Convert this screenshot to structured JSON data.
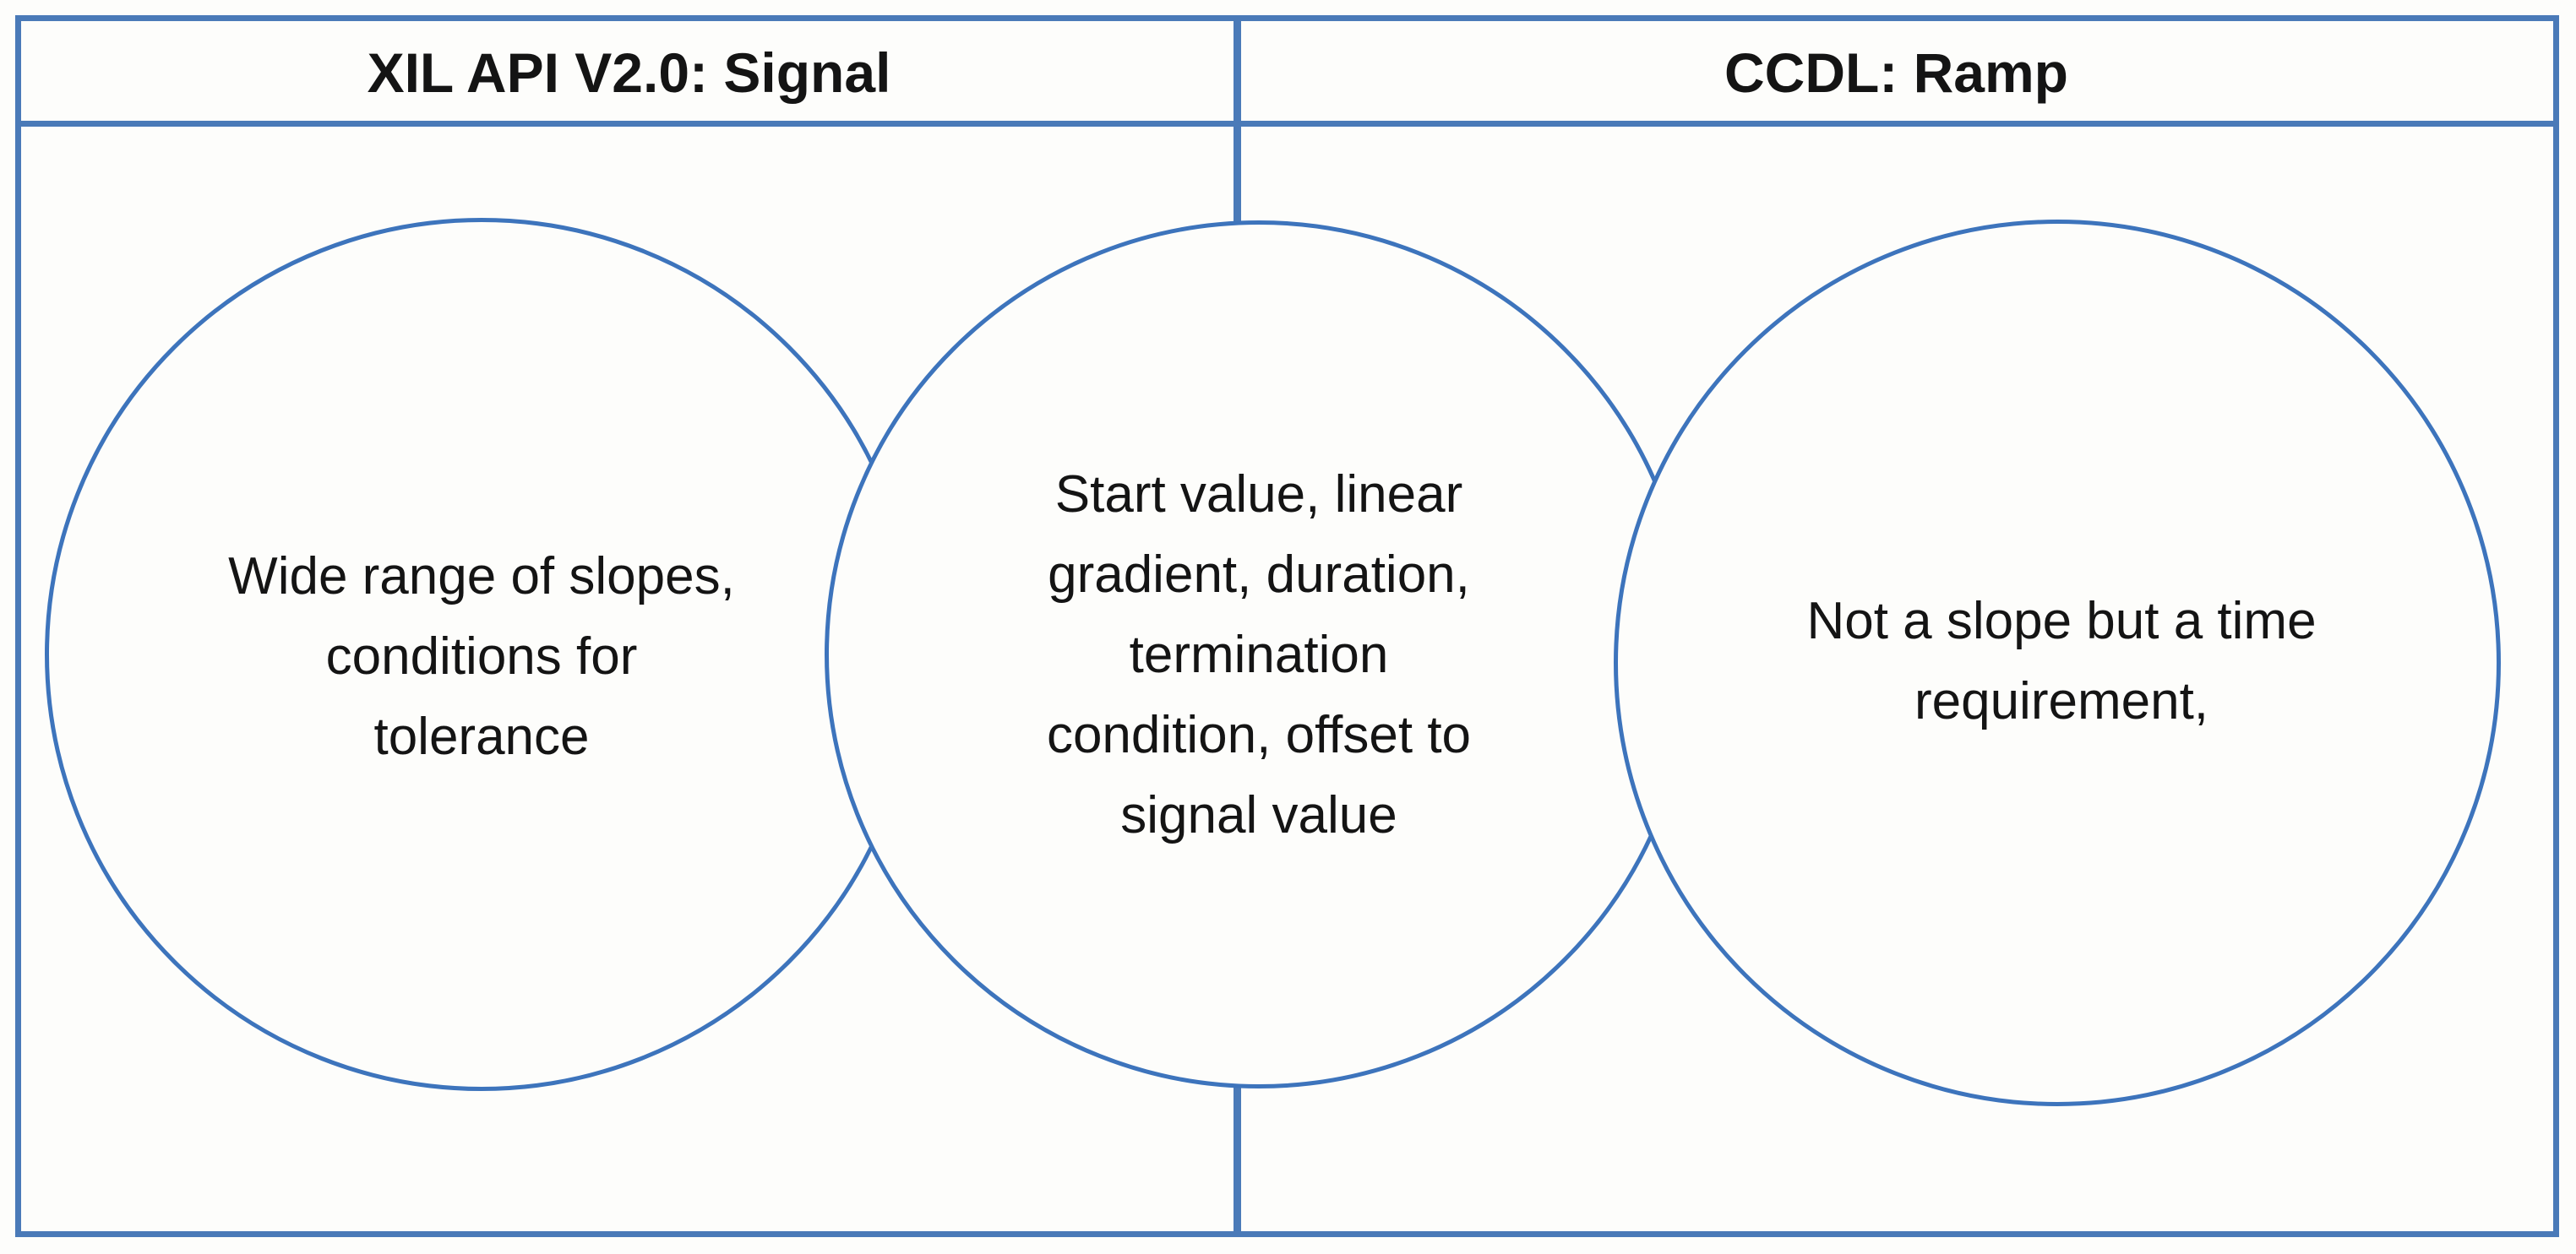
{
  "theme": {
    "line_blue": "#4a7ab8",
    "circle_blue": "#3d74bc",
    "text_black": "#141414",
    "background": "#fdfdfb"
  },
  "table": {
    "columns": [
      {
        "header": "XIL API V2.0: Signal"
      },
      {
        "header": "CCDL: Ramp"
      }
    ]
  },
  "venn": {
    "circles": [
      {
        "name": "xil-api-signal-features",
        "lines": [
          "Wide range of slopes,",
          "conditions for",
          "tolerance"
        ]
      },
      {
        "name": "shared-features",
        "lines": [
          "Start value, linear",
          "gradient, duration,",
          "termination",
          "condition, offset to",
          "signal value"
        ]
      },
      {
        "name": "ccdl-ramp-features",
        "lines": [
          "Not a slope but a time",
          "requirement,"
        ]
      }
    ]
  }
}
